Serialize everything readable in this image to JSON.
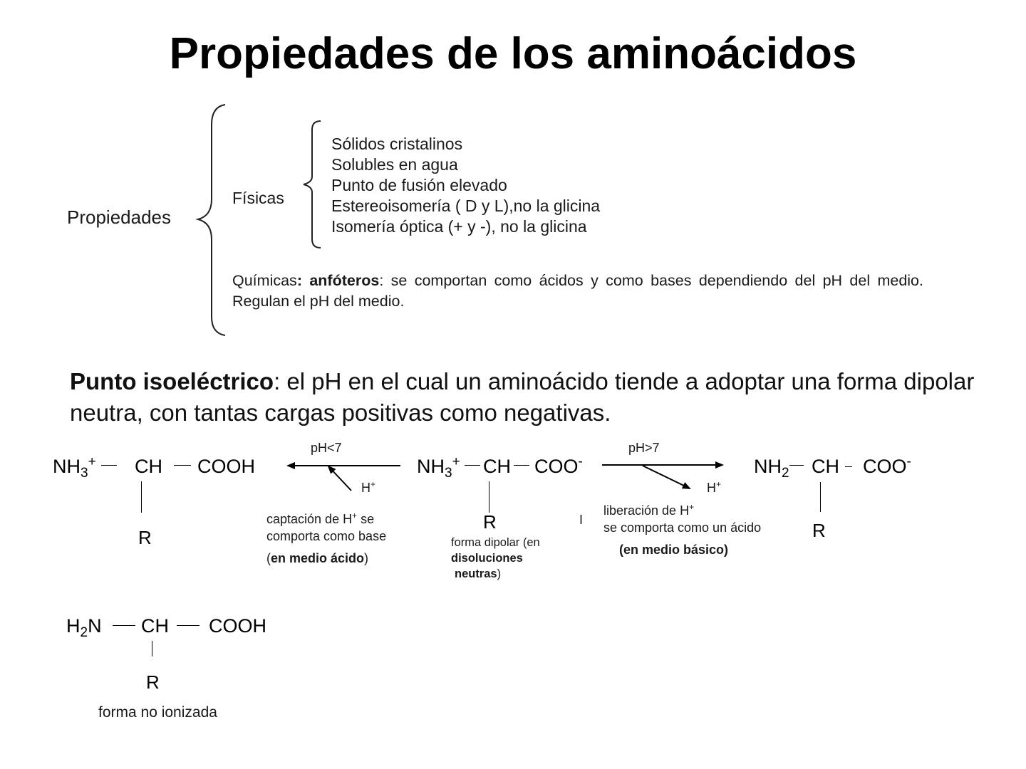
{
  "title": "Propiedades de los aminoácidos",
  "properties": {
    "label": "Propiedades",
    "physical": {
      "label": "Físicas",
      "items": [
        "Sólidos cristalinos",
        "Solubles en agua",
        "Punto de fusión elevado",
        "Estereoisomería (  D y L),no la glicina",
        "Isomería óptica (+ y -), no la glicina"
      ]
    },
    "chemical": {
      "label": "Químicas",
      "colon": ":",
      "term": "anfóteros",
      "description": ": se comportan como ácidos y como bases dependiendo del pH del medio. Regulan el pH del medio."
    }
  },
  "isoelectric": {
    "term": "Punto isoeléctrico",
    "definition": ": el pH en el cual un aminoácido tiende a adoptar una forma dipolar neutra, con tantas cargas positivas como negativas."
  },
  "reaction": {
    "acid_form": {
      "amine": "NH",
      "amine_sub": "3",
      "amine_sup": "+",
      "center": "CH",
      "carboxyl": "COOH",
      "side_chain": "R"
    },
    "acid_arrow": {
      "label": "pH<7",
      "ion": "H",
      "ion_sup": "+",
      "caption_line1_pre": "captación de H",
      "caption_line1_sup": "+",
      "caption_line1_post": " se",
      "caption_line2": "comporta como base",
      "caption_line3_open": "(",
      "caption_line3_bold": "en medio ácido",
      "caption_line3_close": ")"
    },
    "dipolar_form": {
      "amine": "NH",
      "amine_sub": "3",
      "amine_sup": "+",
      "center": "CH",
      "carboxyl": "COO",
      "carboxyl_sup": "-",
      "side_chain": "R",
      "caption_line1": "forma dipolar (en",
      "caption_line2_bold": "disoluciones",
      "caption_line3_bold": "neutras",
      "caption_line3_close": ")"
    },
    "stray_mark": "I",
    "basic_arrow": {
      "label": "pH>7",
      "ion": "H",
      "ion_sup": "+",
      "caption_line1_pre": "liberación de H",
      "caption_line1_sup": "+",
      "caption_line2": "se comporta como un ácido",
      "caption_line3_bold": "(en medio básico)"
    },
    "basic_form": {
      "amine": "NH",
      "amine_sub": "2",
      "center": "CH",
      "carboxyl": "COO",
      "carboxyl_sup": "-",
      "side_chain": "R"
    }
  },
  "non_ionized": {
    "amine": "H",
    "amine_sub": "2",
    "amine_post": "N",
    "center": "CH",
    "carboxyl": "COOH",
    "side_chain": "R",
    "caption": "forma no ionizada"
  }
}
